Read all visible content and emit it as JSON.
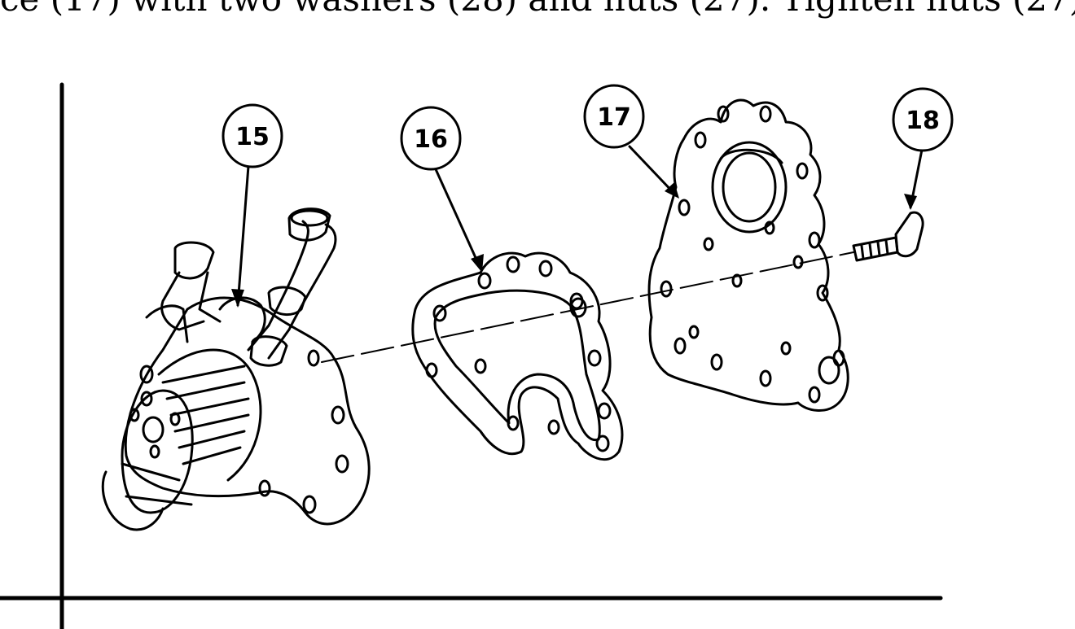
{
  "document": {
    "text_line": "ce (17) with two washers (28) and nuts (27). Tighten nuts (27)"
  },
  "figure": {
    "callouts": [
      {
        "id": "callout-15",
        "label": "15"
      },
      {
        "id": "callout-16",
        "label": "16"
      },
      {
        "id": "callout-17",
        "label": "17"
      },
      {
        "id": "callout-18",
        "label": "18"
      }
    ]
  }
}
